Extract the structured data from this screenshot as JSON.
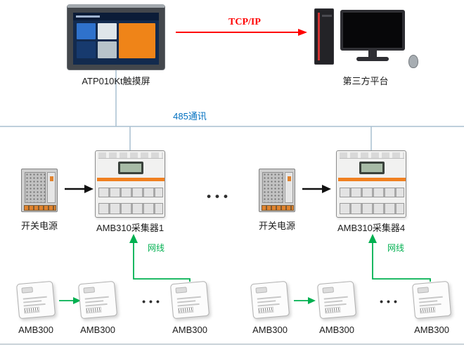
{
  "colors": {
    "tcp_red": "#ff0000",
    "bus_blue": "#0070c0",
    "cable_green": "#00b050",
    "wire": "#a9bfd0",
    "border_gray": "#c9d2d8"
  },
  "top_row": {
    "touchscreen_label": "ATP010Kt触摸屏",
    "tcp_link_label": "TCP/IP",
    "platform_label": "第三方平台"
  },
  "bus": {
    "label": "485通讯"
  },
  "collector_row": {
    "left": {
      "power_label": "开关电源",
      "collector_label": "AMB310采集器1",
      "cable_label": "网线"
    },
    "right": {
      "power_label": "开关电源",
      "collector_label": "AMB310采集器4",
      "cable_label": "网线"
    },
    "ellipsis": "•••"
  },
  "module_row": {
    "modules": [
      "AMB300",
      "AMB300",
      "AMB300",
      "AMB300",
      "AMB300",
      "AMB300"
    ],
    "ellipsis_left": "•••",
    "ellipsis_right": "•••"
  }
}
